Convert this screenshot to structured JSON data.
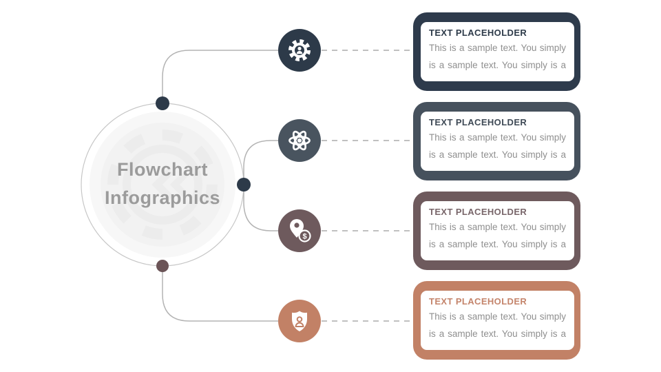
{
  "center_circle": {
    "line1": "Flowchart",
    "line2": "Infographics",
    "text_color": "#9b9b9b",
    "watermark_icon": "gear-watermark-icon",
    "watermark_color": "#ececec"
  },
  "dots": [
    {
      "color": "#2d3a49"
    },
    {
      "color": "#2d3a49"
    },
    {
      "color": "#6b5457"
    }
  ],
  "icons": [
    {
      "name": "gear-user-icon",
      "color": "#2d3a49"
    },
    {
      "name": "atom-icon",
      "color": "#49545f"
    },
    {
      "name": "price-location-icon",
      "color": "#6e5a5d"
    },
    {
      "name": "shield-user-icon",
      "color": "#c28166"
    }
  ],
  "cards": [
    {
      "title": "TEXT PLACEHOLDER",
      "title_color": "#2d3a49",
      "accent": "#2e3b4c",
      "body_lines": [
        "This is a sample text. You simply",
        "is a sample text. You simply is a"
      ]
    },
    {
      "title": "TEXT PLACEHOLDER",
      "title_color": "#3e4955",
      "accent": "#46515d",
      "body_lines": [
        "This is a sample text. You simply",
        "is a sample text. You simply is a"
      ]
    },
    {
      "title": "TEXT PLACEHOLDER",
      "title_color": "#786569",
      "accent": "#6e5a5d",
      "body_lines": [
        "This is a sample text. You simply",
        "is a sample text. You simply is a"
      ]
    },
    {
      "title": "TEXT PLACEHOLDER",
      "title_color": "#c4846b",
      "accent": "#c28166",
      "body_lines": [
        "This is a sample text. You simply",
        "is a sample text. You simply is a"
      ]
    }
  ],
  "connector_colors": {
    "solid_line": "#b3b3b3",
    "dashed_line": "#ababab",
    "outer_ring": "#c6c6c6"
  },
  "body_text_color": "#8f8f8f"
}
